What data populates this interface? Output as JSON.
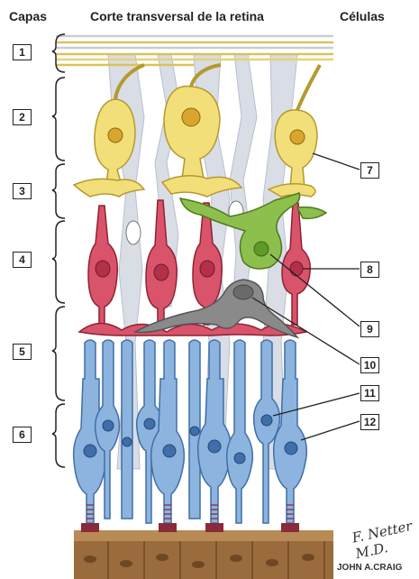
{
  "headers": {
    "layers": "Capas",
    "title": "Corte transversal de la retina",
    "cells": "Células"
  },
  "layers": [
    "1",
    "2",
    "3",
    "4",
    "5",
    "6"
  ],
  "cells": [
    "7",
    "8",
    "9",
    "10",
    "11",
    "12"
  ],
  "signature": {
    "artist": "F. Netter M.D.",
    "credit": "JOHN A.CRAIG"
  },
  "colors": {
    "ganglion": "#f2df7a",
    "bipolar": "#d9546b",
    "amacrine": "#8dbf4d",
    "horizontal": "#8a8a8a",
    "photoreceptor": "#8cb4de",
    "muller": "#d9dde6",
    "pigment": "#9a6b3c"
  }
}
